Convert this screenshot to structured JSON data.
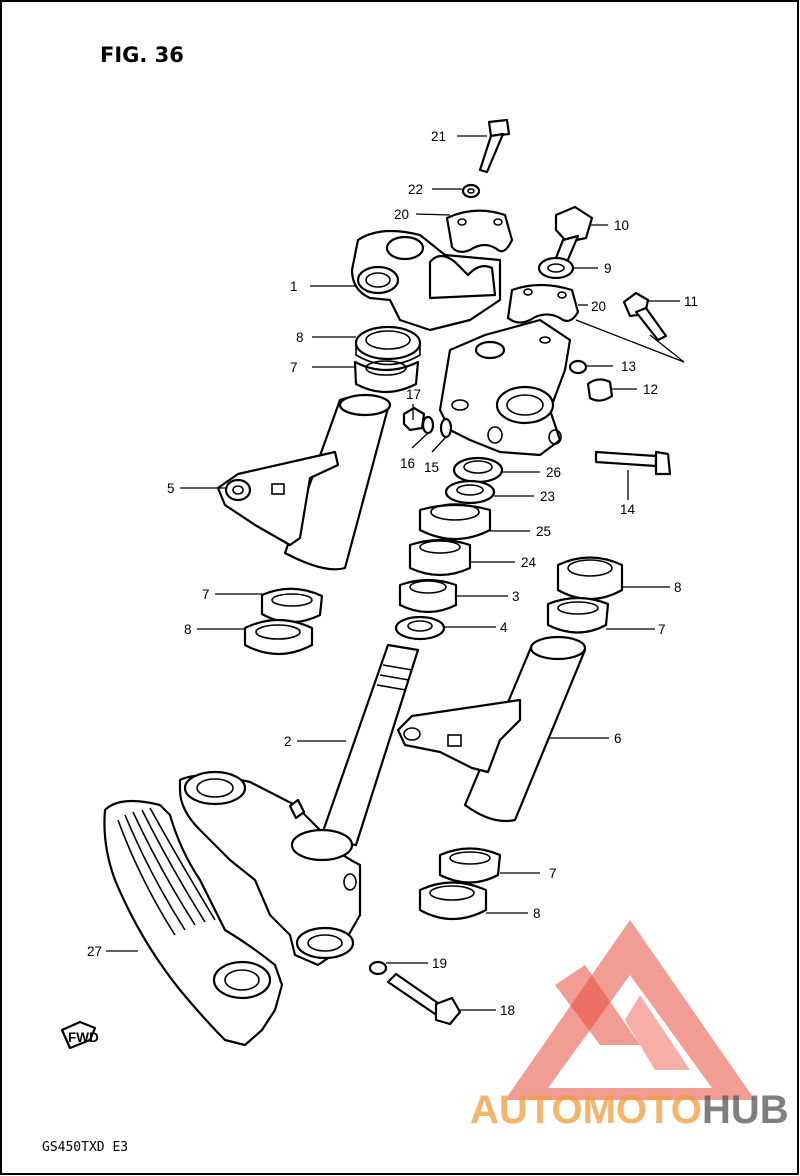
{
  "figure": {
    "title": "FIG. 36",
    "model_caption": "GS450TXD  E3"
  },
  "callouts": {
    "c1": "1",
    "c2": "2",
    "c3": "3",
    "c4": "4",
    "c5": "5",
    "c6": "6",
    "c7a": "7",
    "c7b": "7",
    "c7c": "7",
    "c7d": "7",
    "c8a": "8",
    "c8b": "8",
    "c8c": "8",
    "c8d": "8",
    "c9": "9",
    "c10": "10",
    "c11": "11",
    "c12": "12",
    "c13": "13",
    "c14": "14",
    "c15": "15",
    "c16": "16",
    "c17": "17",
    "c18": "18",
    "c19": "19",
    "c20a": "20",
    "c20b": "20",
    "c21": "21",
    "c22": "22",
    "c23": "23",
    "c24": "24",
    "c25": "25",
    "c26": "26",
    "c27": "27"
  },
  "fwd_arrow": {
    "label": "FWD"
  },
  "watermark": {
    "text_orange": "AUTOMOTO",
    "text_grey": "HUB",
    "color_red": "#e84c3d",
    "color_orange": "#f39c3a",
    "color_grey": "#555555"
  }
}
